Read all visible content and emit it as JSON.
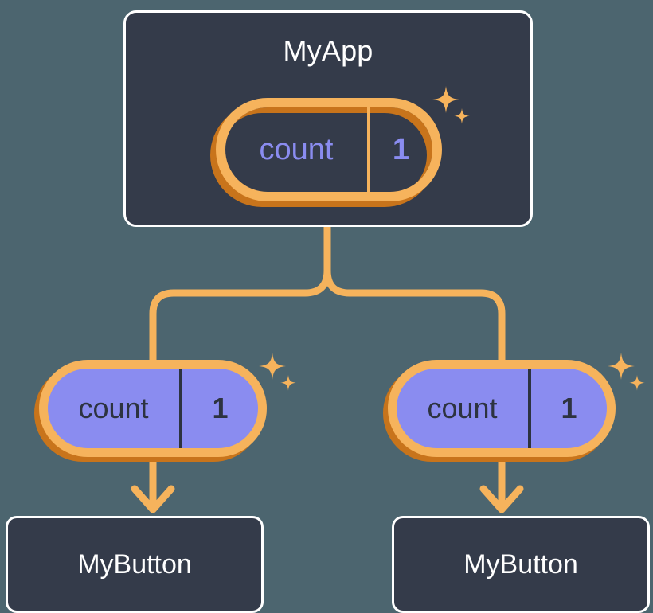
{
  "diagram": {
    "title_text": "MyApp",
    "type": "component-state-tree",
    "background_color": "#4c656f",
    "card_color": "#343b4a",
    "accent_amber": "#f6b35c",
    "accent_amber_dark": "#c8741b",
    "accent_purple": "#8a8cf0",
    "text_light": "#ffffff",
    "text_dark": "#2d3340"
  },
  "root": {
    "label": "MyApp",
    "state": {
      "key": "count",
      "value": "1",
      "style": "outlined",
      "sparkle_large": "sparkle-icon",
      "sparkle_small": "sparkle-icon"
    }
  },
  "children": [
    {
      "state": {
        "key": "count",
        "value": "1",
        "style": "filled",
        "sparkle_large": "sparkle-icon",
        "sparkle_small": "sparkle-icon"
      },
      "leaf_label": "MyButton"
    },
    {
      "state": {
        "key": "count",
        "value": "1",
        "style": "filled",
        "sparkle_large": "sparkle-icon",
        "sparkle_small": "sparkle-icon"
      },
      "leaf_label": "MyButton"
    }
  ],
  "connectors": {
    "trunk": "branch-connector",
    "arrow_left": "down-arrow-icon",
    "arrow_right": "down-arrow-icon"
  }
}
